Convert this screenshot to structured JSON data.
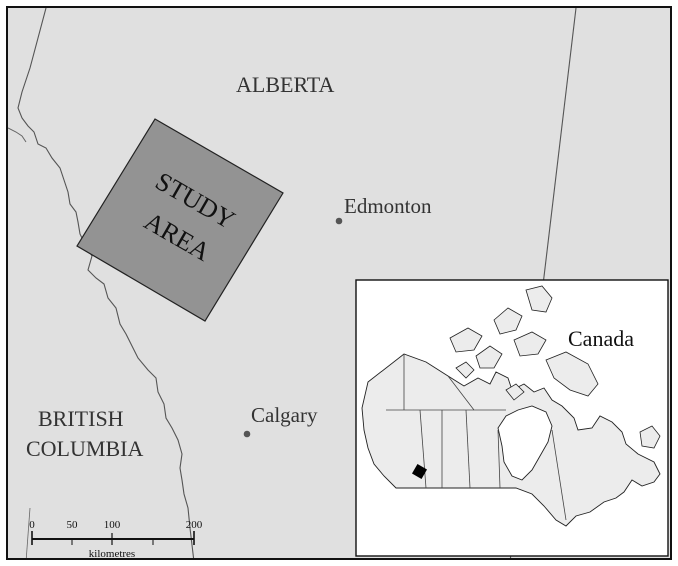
{
  "map": {
    "region_label": "ALBERTA",
    "neighbor_label_line1": "BRITISH",
    "neighbor_label_line2": "COLUMBIA",
    "study_area_line1": "STUDY",
    "study_area_line2": "AREA",
    "cities": [
      {
        "name": "Edmonton"
      },
      {
        "name": "Calgary"
      }
    ],
    "colors": {
      "land": "#e0e0e0",
      "study_area_fill": "#939393",
      "boundary": "#555555"
    }
  },
  "inset": {
    "title": "Canada",
    "colors": {
      "background": "#ffffff",
      "land": "#ececec",
      "highlight": "#000000"
    }
  },
  "scale_bar": {
    "ticks": [
      "0",
      "50",
      "100",
      "200"
    ],
    "unit": "kilometres"
  }
}
